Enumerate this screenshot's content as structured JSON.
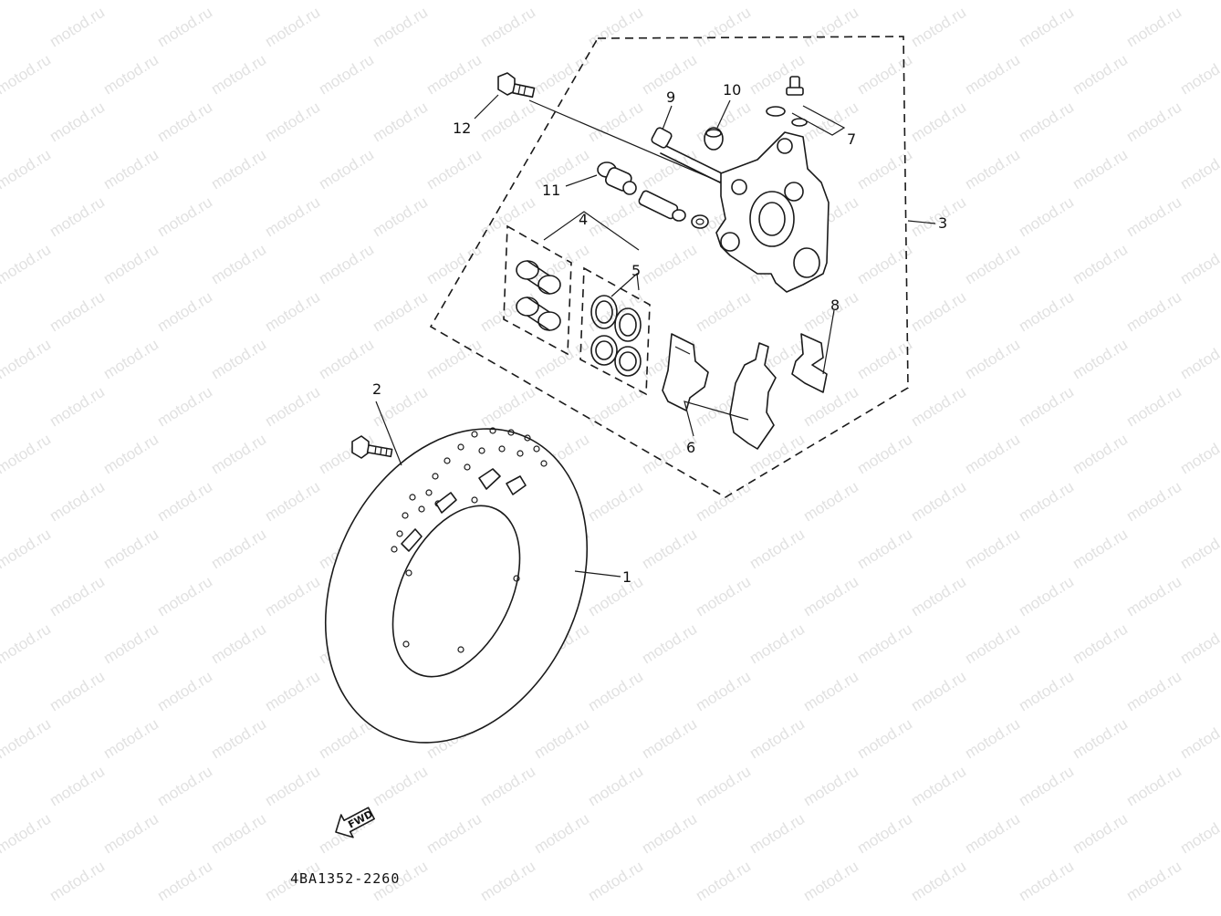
{
  "watermark": {
    "text": "motod.ru",
    "color": "#c9c9c9"
  },
  "callouts": [
    {
      "id": "1",
      "label": "1"
    },
    {
      "id": "2",
      "label": "2"
    },
    {
      "id": "3",
      "label": "3"
    },
    {
      "id": "4",
      "label": "4"
    },
    {
      "id": "5",
      "label": "5"
    },
    {
      "id": "6",
      "label": "6"
    },
    {
      "id": "7",
      "label": "7"
    },
    {
      "id": "8",
      "label": "8"
    },
    {
      "id": "9",
      "label": "9"
    },
    {
      "id": "10",
      "label": "10"
    },
    {
      "id": "11",
      "label": "11"
    },
    {
      "id": "12",
      "label": "12"
    }
  ],
  "fwd_label": "FWD",
  "diagram_code": "4BA1352-2260",
  "line_color": "#1a1a1a"
}
